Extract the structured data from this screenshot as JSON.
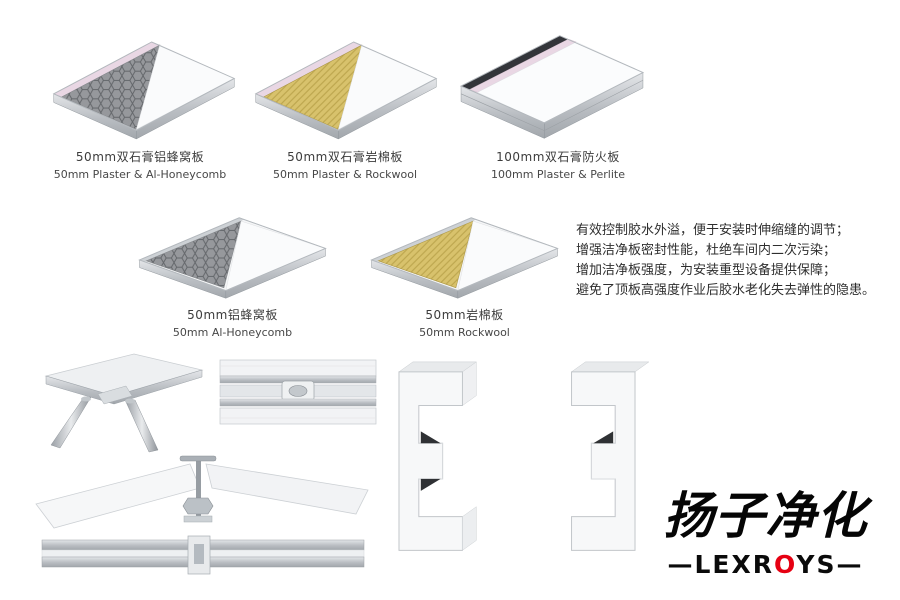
{
  "panels": [
    {
      "id": "plaster-al-honeycomb",
      "label_zh": "50mm双石膏铝蜂窝板",
      "label_en": "50mm Plaster & Al-Honeycomb"
    },
    {
      "id": "plaster-rockwool",
      "label_zh": "50mm双石膏岩棉板",
      "label_en": "50mm Plaster & Rockwool"
    },
    {
      "id": "plaster-perlite",
      "label_zh": "100mm双石膏防火板",
      "label_en": "100mm Plaster & Perlite"
    },
    {
      "id": "al-honeycomb",
      "label_zh": "50mm铝蜂窝板",
      "label_en": "50mm Al-Honeycomb"
    },
    {
      "id": "rockwool",
      "label_zh": "50mm岩棉板",
      "label_en": "50mm Rockwool"
    }
  ],
  "features": {
    "lines": [
      "有效控制胶水外溢，便于安装时伸缩缝的调节；",
      "增强洁净板密封性能，杜绝车间内二次污染；",
      "增加洁净板强度，为安装重型设备提供保障；",
      "避免了顶板高强度作业后胶水老化失去弹性的隐患。"
    ]
  },
  "brand": {
    "name_zh": "扬子净化",
    "wordmark_prefix": "—LEXR",
    "wordmark_accent": "O",
    "wordmark_suffix": "YS—",
    "accent_color": "#e60012"
  },
  "colors": {
    "plaster_pink": "#e9d7e4",
    "honeycomb_gray": "#96989c",
    "rockwool_yellow": "#d8c26c",
    "perlite_dark": "#33353a",
    "aluminum": "#b3b8bd"
  }
}
